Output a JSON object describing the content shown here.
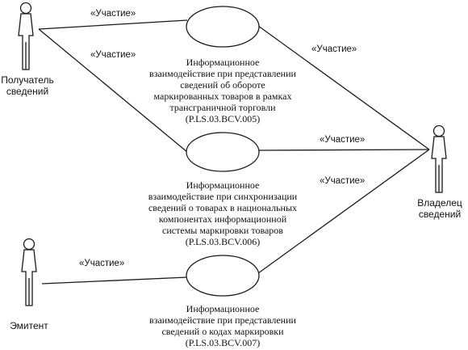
{
  "actors": {
    "recipient": {
      "line1": "Получатель",
      "line2": "сведений"
    },
    "owner": {
      "line1": "Владелец",
      "line2": "сведений"
    },
    "issuer": {
      "line1": "Эмитент"
    }
  },
  "use_cases": [
    {
      "lines": [
        "Информационное",
        "взаимодействие при представлении",
        "сведений об обороте",
        "маркированных товаров в рамках",
        "трансграничной торговли",
        "(P.LS.03.BCV.005)"
      ]
    },
    {
      "lines": [
        "Информационное",
        "взаимодействие при синхронизации",
        "сведений о товарах в национальных",
        "компонентах информационной",
        "системы маркировки товаров",
        "(P.LS.03.BCV.006)"
      ]
    },
    {
      "lines": [
        "Информационное",
        "взаимодействие при представлении",
        "сведений о кодах маркировки",
        "(P.LS.03.BCV.007)"
      ]
    }
  ],
  "associations": {
    "recipient_uc1": "«Участие»",
    "recipient_uc2": "«Участие»",
    "owner_uc1": "«Участие»",
    "owner_uc2": "«Участие»",
    "owner_uc3": "«Участие»",
    "issuer_uc3": "«Участие»"
  },
  "colors": {
    "stroke": "#1a1a1a",
    "text": "#111111"
  }
}
